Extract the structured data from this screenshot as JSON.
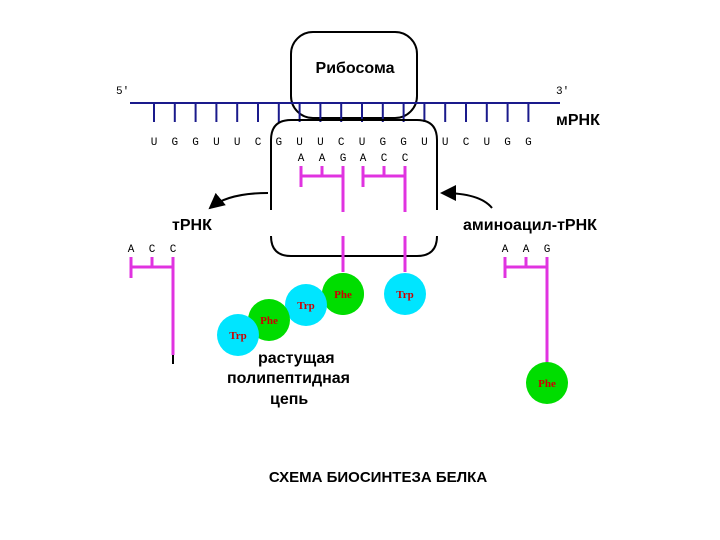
{
  "labels": {
    "ribosome": "Рибосома",
    "mrna": "мРНК",
    "prime5": "5'",
    "prime3": "3'",
    "trna": "тРНК",
    "aminoacyl_trna": "аминоацил-тРНК",
    "chain_line1": "растущая",
    "chain_line2": "полипептидная",
    "chain_line3": "цепь",
    "caption": "СХЕМА БИОСИНТЕЗА БЕЛКА"
  },
  "mrna_sequence": [
    "U",
    "G",
    "G",
    "U",
    "U",
    "C",
    "G",
    "U",
    "U",
    "C",
    "U",
    "G",
    "G",
    "U",
    "U",
    "C",
    "U",
    "G",
    "G"
  ],
  "ribosome_trna": [
    {
      "anticodon": [
        "A",
        "A",
        "G"
      ],
      "amino_acid": "Phe",
      "color": "#00dd00"
    },
    {
      "anticodon": [
        "A",
        "C",
        "C"
      ],
      "amino_acid": "Trp",
      "color": "#00e5ff"
    }
  ],
  "left_trna": {
    "anticodon": [
      "A",
      "C",
      "C"
    ]
  },
  "right_trna": {
    "anticodon": [
      "A",
      "A",
      "G"
    ],
    "amino_acid": "Phe",
    "color": "#00dd00"
  },
  "polypeptide_chain": [
    {
      "amino_acid": "Phe",
      "color": "#00dd00"
    },
    {
      "amino_acid": "Trp",
      "color": "#00e5ff"
    },
    {
      "amino_acid": "Phe",
      "color": "#00dd00"
    },
    {
      "amino_acid": "Trp",
      "color": "#00e5ff"
    }
  ],
  "colors": {
    "mrna": "#1a1a8c",
    "trna": "#e033e0",
    "outline": "#000000",
    "aa_text": "#cc0000"
  }
}
